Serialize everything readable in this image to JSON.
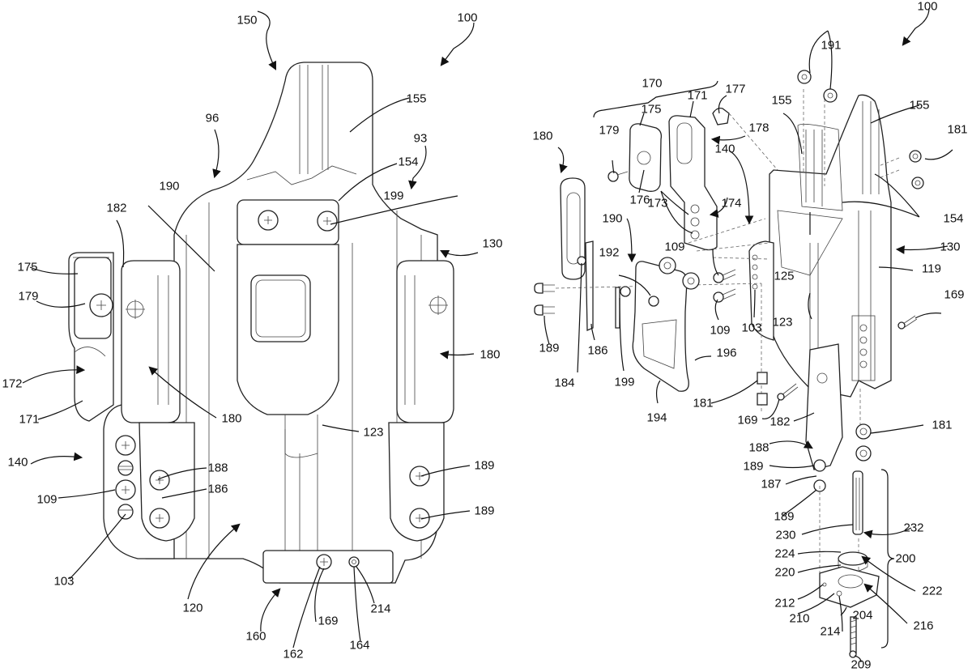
{
  "figure": {
    "title": "Holster assembly patent drawing",
    "left_view": {
      "name": "assembled front view",
      "labels": [
        "150",
        "100",
        "155",
        "96",
        "93",
        "154",
        "190",
        "199",
        "182",
        "175",
        "179",
        "130",
        "172",
        "180",
        "180",
        "171",
        "123",
        "140",
        "188",
        "189",
        "109",
        "186",
        "189",
        "103",
        "120",
        "160",
        "169",
        "214",
        "162",
        "164"
      ]
    },
    "right_view": {
      "name": "exploded view",
      "labels": [
        "100",
        "191",
        "170",
        "177",
        "171",
        "175",
        "155",
        "155",
        "181",
        "179",
        "178",
        "180",
        "140",
        "176",
        "173",
        "174",
        "154",
        "190",
        "109",
        "125",
        "130",
        "119",
        "192",
        "169",
        "189",
        "109",
        "103",
        "123",
        "186",
        "199",
        "196",
        "184",
        "194",
        "181",
        "169",
        "182",
        "181",
        "188",
        "189",
        "187",
        "189",
        "230",
        "232",
        "224",
        "200",
        "220",
        "222",
        "212",
        "210",
        "204",
        "216",
        "214",
        "209"
      ]
    }
  }
}
